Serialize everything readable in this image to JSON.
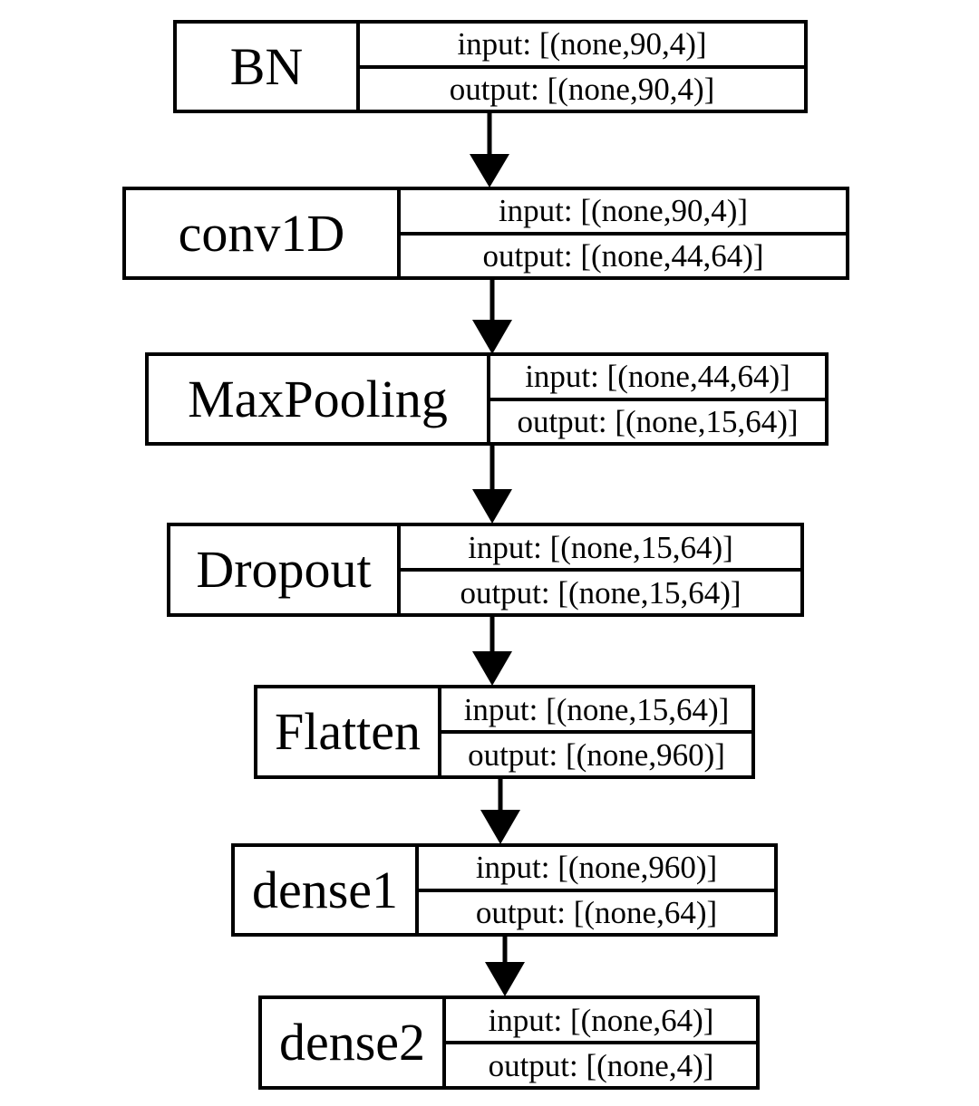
{
  "layers": [
    {
      "name": "BN",
      "input": "input: [(none,90,4)]",
      "output": "output: [(none,90,4)]"
    },
    {
      "name": "conv1D",
      "input": "input: [(none,90,4)]",
      "output": "output: [(none,44,64)]"
    },
    {
      "name": "MaxPooling",
      "input": "input: [(none,44,64)]",
      "output": "output: [(none,15,64)]"
    },
    {
      "name": "Dropout",
      "input": "input: [(none,15,64)]",
      "output": "output: [(none,15,64)]"
    },
    {
      "name": "Flatten",
      "input": "input: [(none,15,64)]",
      "output": "output: [(none,960)]"
    },
    {
      "name": "dense1",
      "input": "input: [(none,960)]",
      "output": "output: [(none,64)]"
    },
    {
      "name": "dense2",
      "input": "input: [(none,64)]",
      "output": "output: [(none,4)]"
    }
  ],
  "colors": {
    "line": "#000000",
    "background": "#ffffff"
  }
}
